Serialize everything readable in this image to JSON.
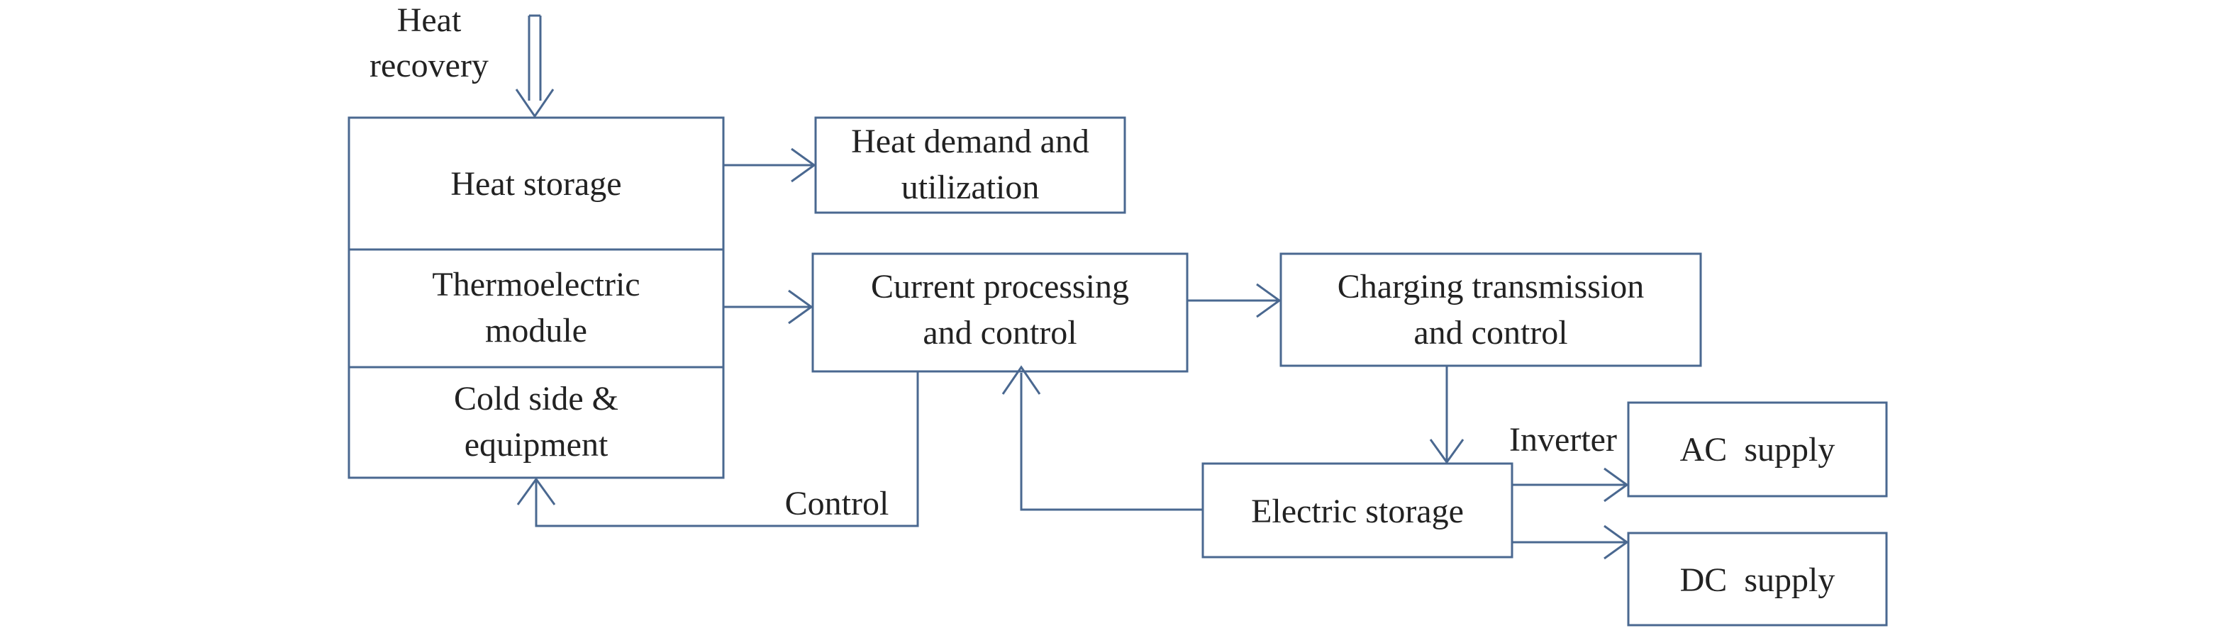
{
  "input": {
    "heat_recovery_line1": "Heat",
    "heat_recovery_line2": "recovery"
  },
  "blocks": {
    "heat_storage": "Heat storage",
    "thermoelectric_line1": "Thermoelectric",
    "thermoelectric_line2": "module",
    "cold_side_line1": "Cold side &",
    "cold_side_line2": "equipment",
    "heat_demand_line1": "Heat demand and",
    "heat_demand_line2": "utilization",
    "current_processing_line1": "Current processing",
    "current_processing_line2": "and control",
    "charging_line1": "Charging transmission",
    "charging_line2": "and control",
    "electric_storage": "Electric storage",
    "ac_supply": "AC  supply",
    "dc_supply": "DC  supply"
  },
  "edges": {
    "control_label": "Control",
    "inverter_label": "Inverter"
  }
}
